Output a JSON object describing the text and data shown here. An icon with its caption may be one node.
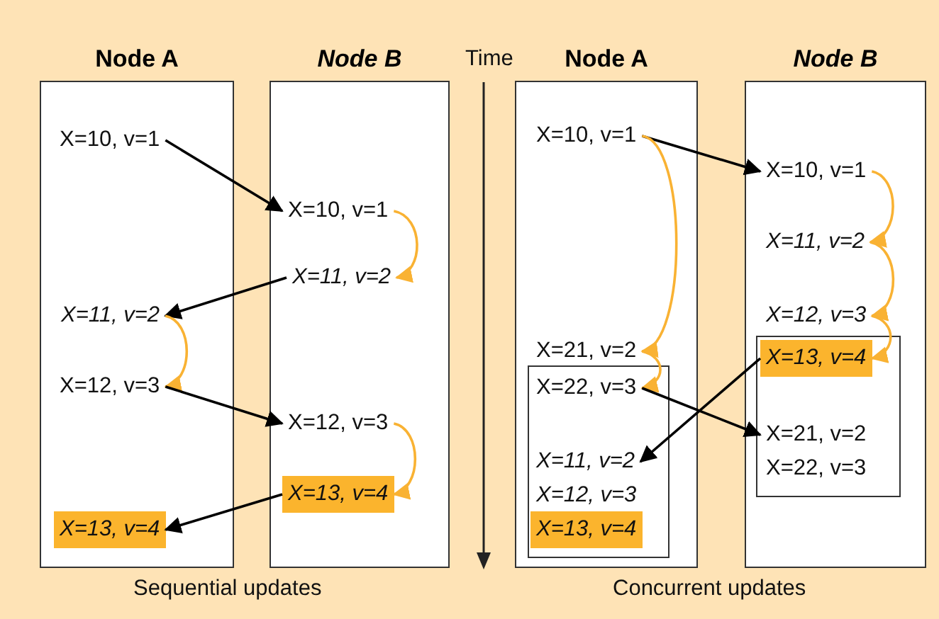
{
  "diagram": {
    "nodes": [
      {
        "text": [
          "Node A"
        ]
      },
      {
        "text": [
          "X=10, v=1"
        ],
        "in": 0
      },
      {
        "text": [
          "X=11, v=2"
        ],
        "in": 0
      },
      {
        "text": [
          "X=12, v=3"
        ],
        "in": 0
      },
      {
        "text": [
          "X=13, v=4"
        ],
        "in": 0
      },
      {
        "text": [
          "Node B"
        ]
      },
      {
        "text": [
          "X=10, v=1"
        ],
        "in": 5
      },
      {
        "text": [
          "X=11, v=2"
        ],
        "in": 5
      },
      {
        "text": [
          "X=12, v=3"
        ],
        "in": 5
      },
      {
        "text": [
          "X=13, v=4"
        ],
        "in": 5
      },
      {
        "text": [
          "Node A"
        ]
      },
      {
        "text": [
          "X=10, v=1"
        ],
        "in": 10
      },
      {
        "text": [
          "X=21, v=2"
        ],
        "in": 10
      },
      {
        "text": [],
        "shape": "box",
        "in": 10
      },
      {
        "text": [
          "X=22, v=3"
        ],
        "in": 13
      },
      {
        "text": [
          "X=11, v=2"
        ],
        "in": 13
      },
      {
        "text": [
          "X=12, v=3"
        ],
        "in": 13
      },
      {
        "text": [
          "X=13, v=4"
        ],
        "in": 13
      },
      {
        "text": [
          "Node B"
        ]
      },
      {
        "text": [
          "X=10, v=1"
        ],
        "in": 18
      },
      {
        "text": [
          "X=11, v=2"
        ],
        "in": 18
      },
      {
        "text": [
          "X=12, v=3"
        ],
        "in": 18
      },
      {
        "text": [],
        "shape": "box",
        "in": 18
      },
      {
        "text": [
          "X=13, v=4"
        ],
        "in": 22
      },
      {
        "text": [
          "X=21, v=2"
        ],
        "in": 22
      },
      {
        "text": [
          "X=22, v=3"
        ],
        "in": 22
      }
    ],
    "edges": [
      {
        "from": 1,
        "to": 6,
        "arrow": "to",
        "color": "#000000"
      },
      {
        "from": 6,
        "to": 7,
        "arrow": "to",
        "color": "#f9b233"
      },
      {
        "from": 7,
        "to": 2,
        "arrow": "to",
        "color": "#000000"
      },
      {
        "from": 2,
        "to": 3,
        "arrow": "to",
        "color": "#f9b233"
      },
      {
        "from": 3,
        "to": 8,
        "arrow": "to",
        "color": "#000000"
      },
      {
        "from": 8,
        "to": 9,
        "arrow": "to",
        "color": "#f9b233"
      },
      {
        "from": 9,
        "to": 4,
        "arrow": "to",
        "color": "#000000"
      },
      {
        "from": 11,
        "to": 19,
        "arrow": "to",
        "color": "#000000"
      },
      {
        "from": 11,
        "to": 12,
        "arrow": "to",
        "color": "#f9b233"
      },
      {
        "from": 12,
        "to": 14,
        "arrow": "to",
        "color": "#f9b233"
      },
      {
        "from": 19,
        "to": 20,
        "arrow": "to",
        "color": "#f9b233"
      },
      {
        "from": 20,
        "to": 21,
        "arrow": "to",
        "color": "#f9b233"
      },
      {
        "from": 21,
        "to": 23,
        "arrow": "to",
        "color": "#f9b233"
      },
      {
        "from": 23,
        "to": 15,
        "arrow": "to",
        "color": "#000000"
      },
      {
        "from": 14,
        "to": 24,
        "arrow": "to",
        "color": "#000000"
      }
    ],
    "labels": [
      "Time",
      "Sequential updates",
      "Concurrent updates"
    ]
  }
}
